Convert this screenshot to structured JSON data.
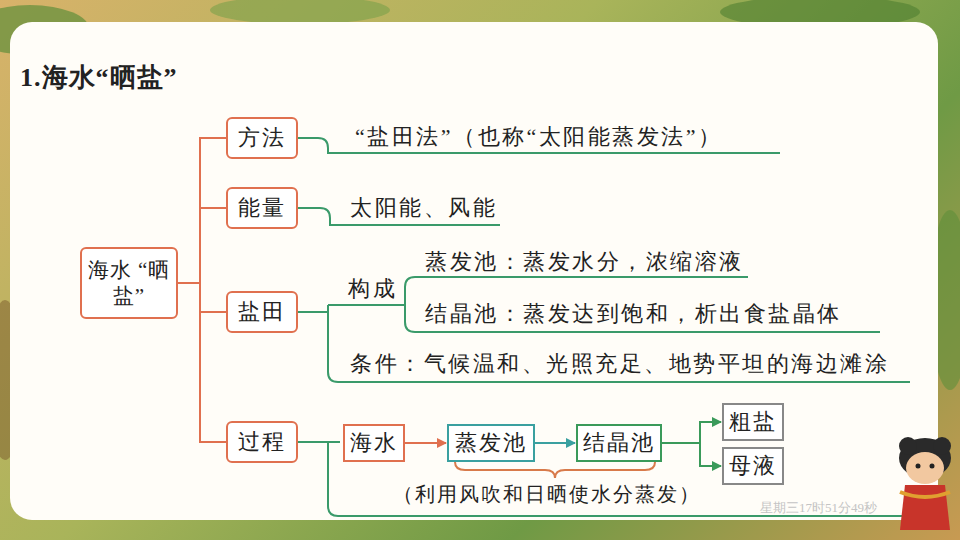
{
  "diagram": {
    "title": "1.海水“晒盐”",
    "nodes": [
      {
        "text": [
          "海水 “晒盐”"
        ]
      },
      {
        "text": [
          "方法"
        ]
      },
      {
        "text": [
          "能量"
        ]
      },
      {
        "text": [
          "盐田"
        ]
      },
      {
        "text": [
          "过程"
        ]
      },
      {
        "text": [
          "海水"
        ]
      },
      {
        "text": [
          "蒸发池"
        ]
      },
      {
        "text": [
          "结晶池"
        ]
      },
      {
        "text": [
          "粗盐"
        ]
      },
      {
        "text": [
          "母液"
        ]
      }
    ],
    "edges": [
      {
        "from": 0,
        "to": 1,
        "arrow": "none"
      },
      {
        "from": 0,
        "to": 2,
        "arrow": "none"
      },
      {
        "from": 0,
        "to": 3,
        "arrow": "none"
      },
      {
        "from": 0,
        "to": 4,
        "arrow": "none"
      },
      {
        "from": 5,
        "to": 6,
        "arrow": "to"
      },
      {
        "from": 6,
        "to": 7,
        "arrow": "to"
      },
      {
        "from": 7,
        "to": 8,
        "arrow": "to"
      },
      {
        "from": 7,
        "to": 9,
        "arrow": "to"
      }
    ],
    "labels": [
      "“盐田法”（也称“太阳能蒸发法”）",
      "太阳能、风能",
      "构成",
      "蒸发池：蒸发水分，浓缩溶液",
      "结晶池：蒸发达到饱和，析出食盐晶体",
      "条件：气候温和、光照充足、地势平坦的海边滩涂",
      "（利用风吹和日晒使水分蒸发）",
      "星期三17时51分49秒"
    ]
  }
}
